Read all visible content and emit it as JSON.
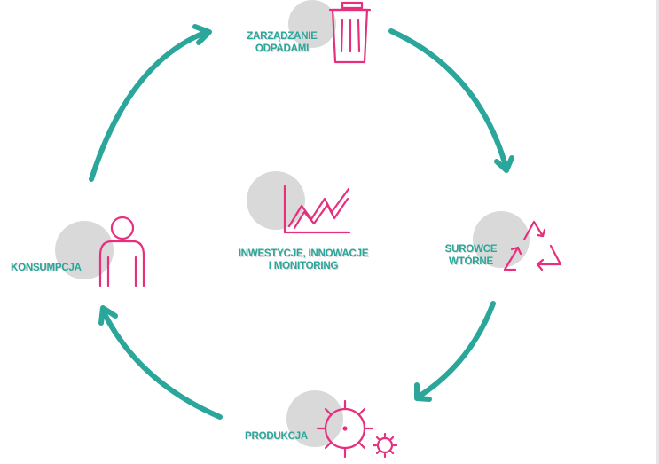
{
  "colors": {
    "arrow": "#2aa69a",
    "icon": "#e6307e",
    "blob": "#d9d9d9",
    "label": "#2aa69a"
  },
  "nodes": {
    "waste": {
      "line1": "ZARZĄDZANIE",
      "line2": "ODPADAMI",
      "icon": "trash-bin-icon"
    },
    "recycle": {
      "line1": "SUROWCE",
      "line2": "WTÓRNE",
      "icon": "recycle-icon"
    },
    "production": {
      "label": "PRODUKCJA",
      "icon": "sun-gear-icon"
    },
    "consumption": {
      "label": "KONSUMPCJA",
      "icon": "person-icon"
    },
    "center": {
      "line1": "INWESTYCJE, INNOWACJE",
      "line2": "I MONITORING",
      "icon": "growth-chart-icon"
    }
  }
}
